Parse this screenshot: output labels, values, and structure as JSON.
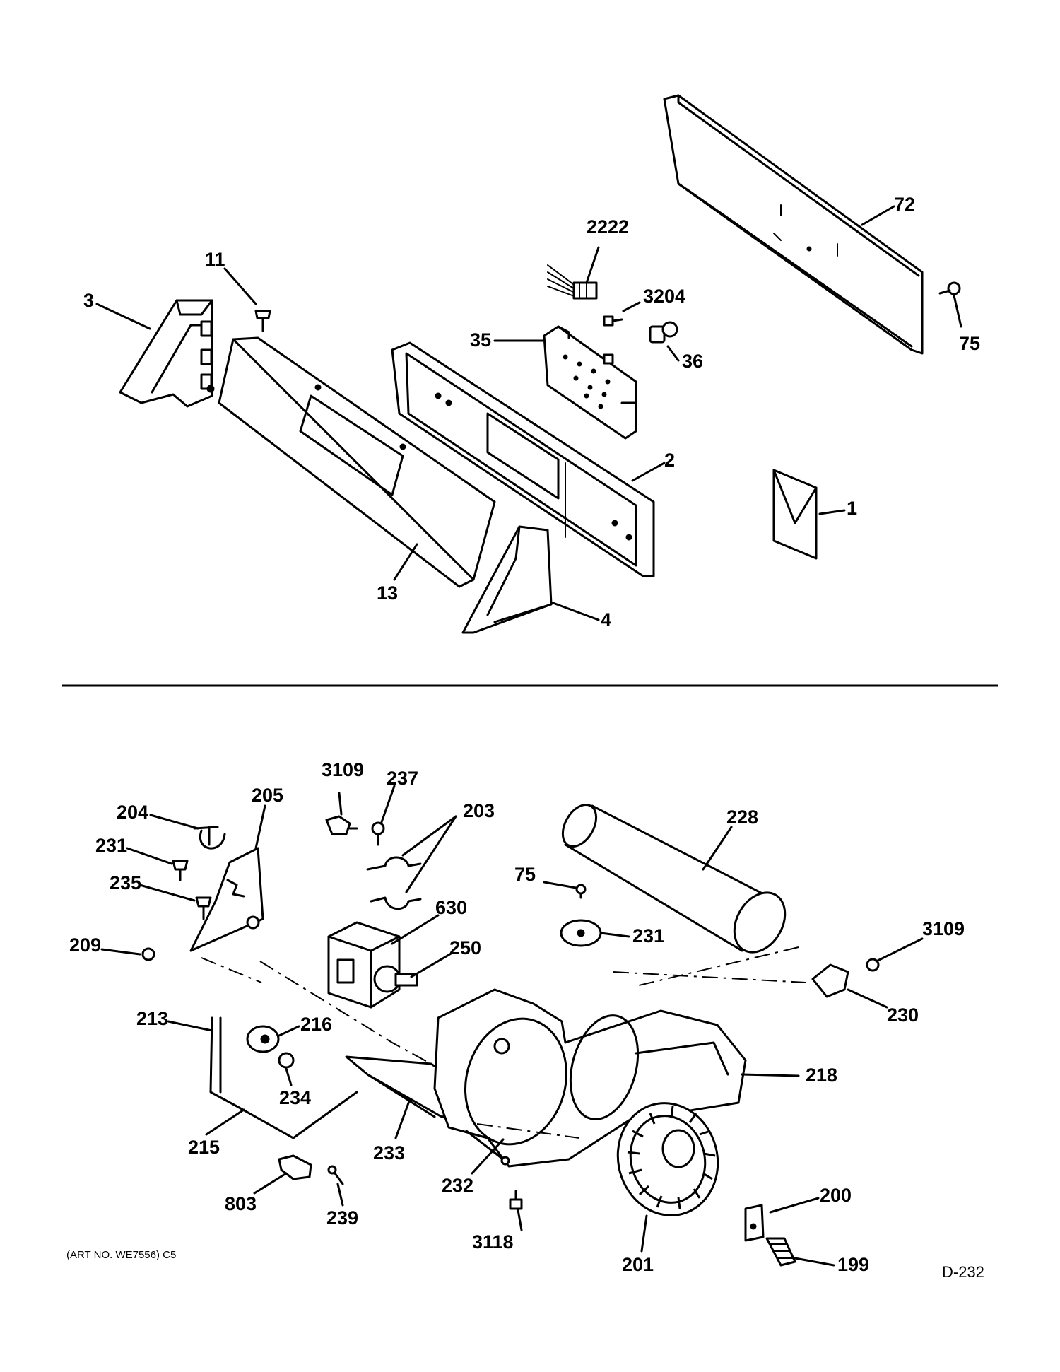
{
  "top_callouts": [
    "3",
    "11",
    "13",
    "4",
    "2",
    "35",
    "2222",
    "3204",
    "36",
    "72",
    "75",
    "1"
  ],
  "bottom_callouts": [
    "3109",
    "237",
    "203",
    "204",
    "205",
    "231",
    "235",
    "209",
    "75",
    "228",
    "630",
    "250",
    "231",
    "3109",
    "230",
    "213",
    "216",
    "234",
    "218",
    "215",
    "233",
    "232",
    "803",
    "239",
    "3118",
    "201",
    "200",
    "199"
  ],
  "art_number": "(ART NO. WE7556) C5",
  "drawing_code": "D-232"
}
